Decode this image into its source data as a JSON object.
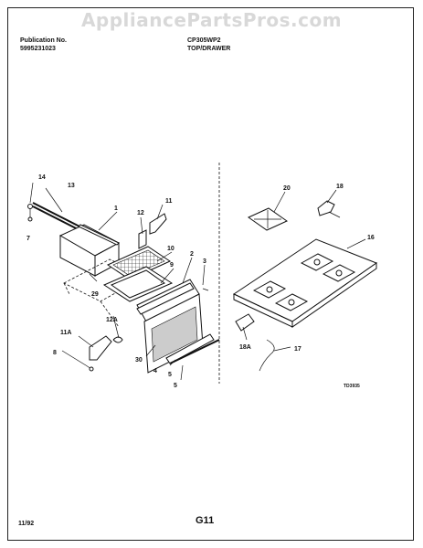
{
  "watermark": "AppliancePartsPros.com",
  "header": {
    "publication_label": "Publication No.",
    "publication_number": "5995231023",
    "model": "CP305WP2",
    "section": "TOP/DRAWER"
  },
  "callouts": {
    "c1": "1",
    "c2": "2",
    "c3": "3",
    "c4": "4",
    "c5a": "5",
    "c5b": "5",
    "c7": "7",
    "c8": "8",
    "c9": "9",
    "c10": "10",
    "c11": "11",
    "c11a": "11A",
    "c12": "12",
    "c12a": "12A",
    "c13": "13",
    "c14": "14",
    "c16": "16",
    "c17": "17",
    "c18": "18",
    "c18a": "18A",
    "c20": "20",
    "c29": "29",
    "c30": "30"
  },
  "diagram_code": "TD3935",
  "footer": {
    "date": "11/92",
    "page": "G11"
  }
}
